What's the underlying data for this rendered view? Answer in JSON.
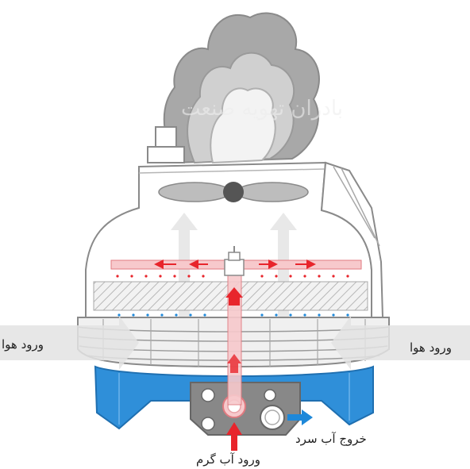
{
  "labels": {
    "air_inlet_left": "ورود هوا",
    "air_inlet_right": "ورود هوا",
    "hot_water_inlet": "ورود آب گرم",
    "cold_water_outlet": "خروج آب سرد"
  },
  "watermark": "بادران تهویه صنعت",
  "colors": {
    "hot": "#e8252c",
    "cold": "#1e88d9",
    "base": "#2f8fd9",
    "steam": "#9a9a9a",
    "outline": "#8a8a8a"
  }
}
